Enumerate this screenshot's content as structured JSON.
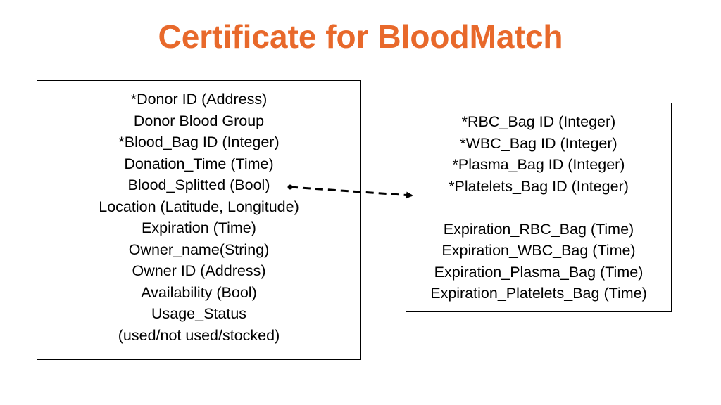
{
  "slide": {
    "title": "Certificate for BloodMatch",
    "title_color": "#e8692b"
  },
  "left_box": {
    "fields": [
      "*Donor ID (Address)",
      "Donor Blood Group",
      "*Blood_Bag ID (Integer)",
      "Donation_Time (Time)",
      "Blood_Splitted (Bool)",
      "Location (Latitude, Longitude)",
      "Expiration (Time)",
      "Owner_name(String)",
      "Owner ID (Address)",
      "Availability (Bool)",
      "Usage_Status",
      "(used/not used/stocked)"
    ]
  },
  "right_box": {
    "bag_ids": [
      "*RBC_Bag ID (Integer)",
      "*WBC_Bag ID (Integer)",
      "*Plasma_Bag ID (Integer)",
      "*Platelets_Bag ID (Integer)"
    ],
    "expirations": [
      "Expiration_RBC_Bag (Time)",
      "Expiration_WBC_Bag (Time)",
      "Expiration_Plasma_Bag (Time)",
      "Expiration_Platelets_Bag (Time)"
    ]
  },
  "connector": {
    "style": "dashed-arrow",
    "from": "Blood_Splitted (Bool)",
    "to": "right_box"
  }
}
